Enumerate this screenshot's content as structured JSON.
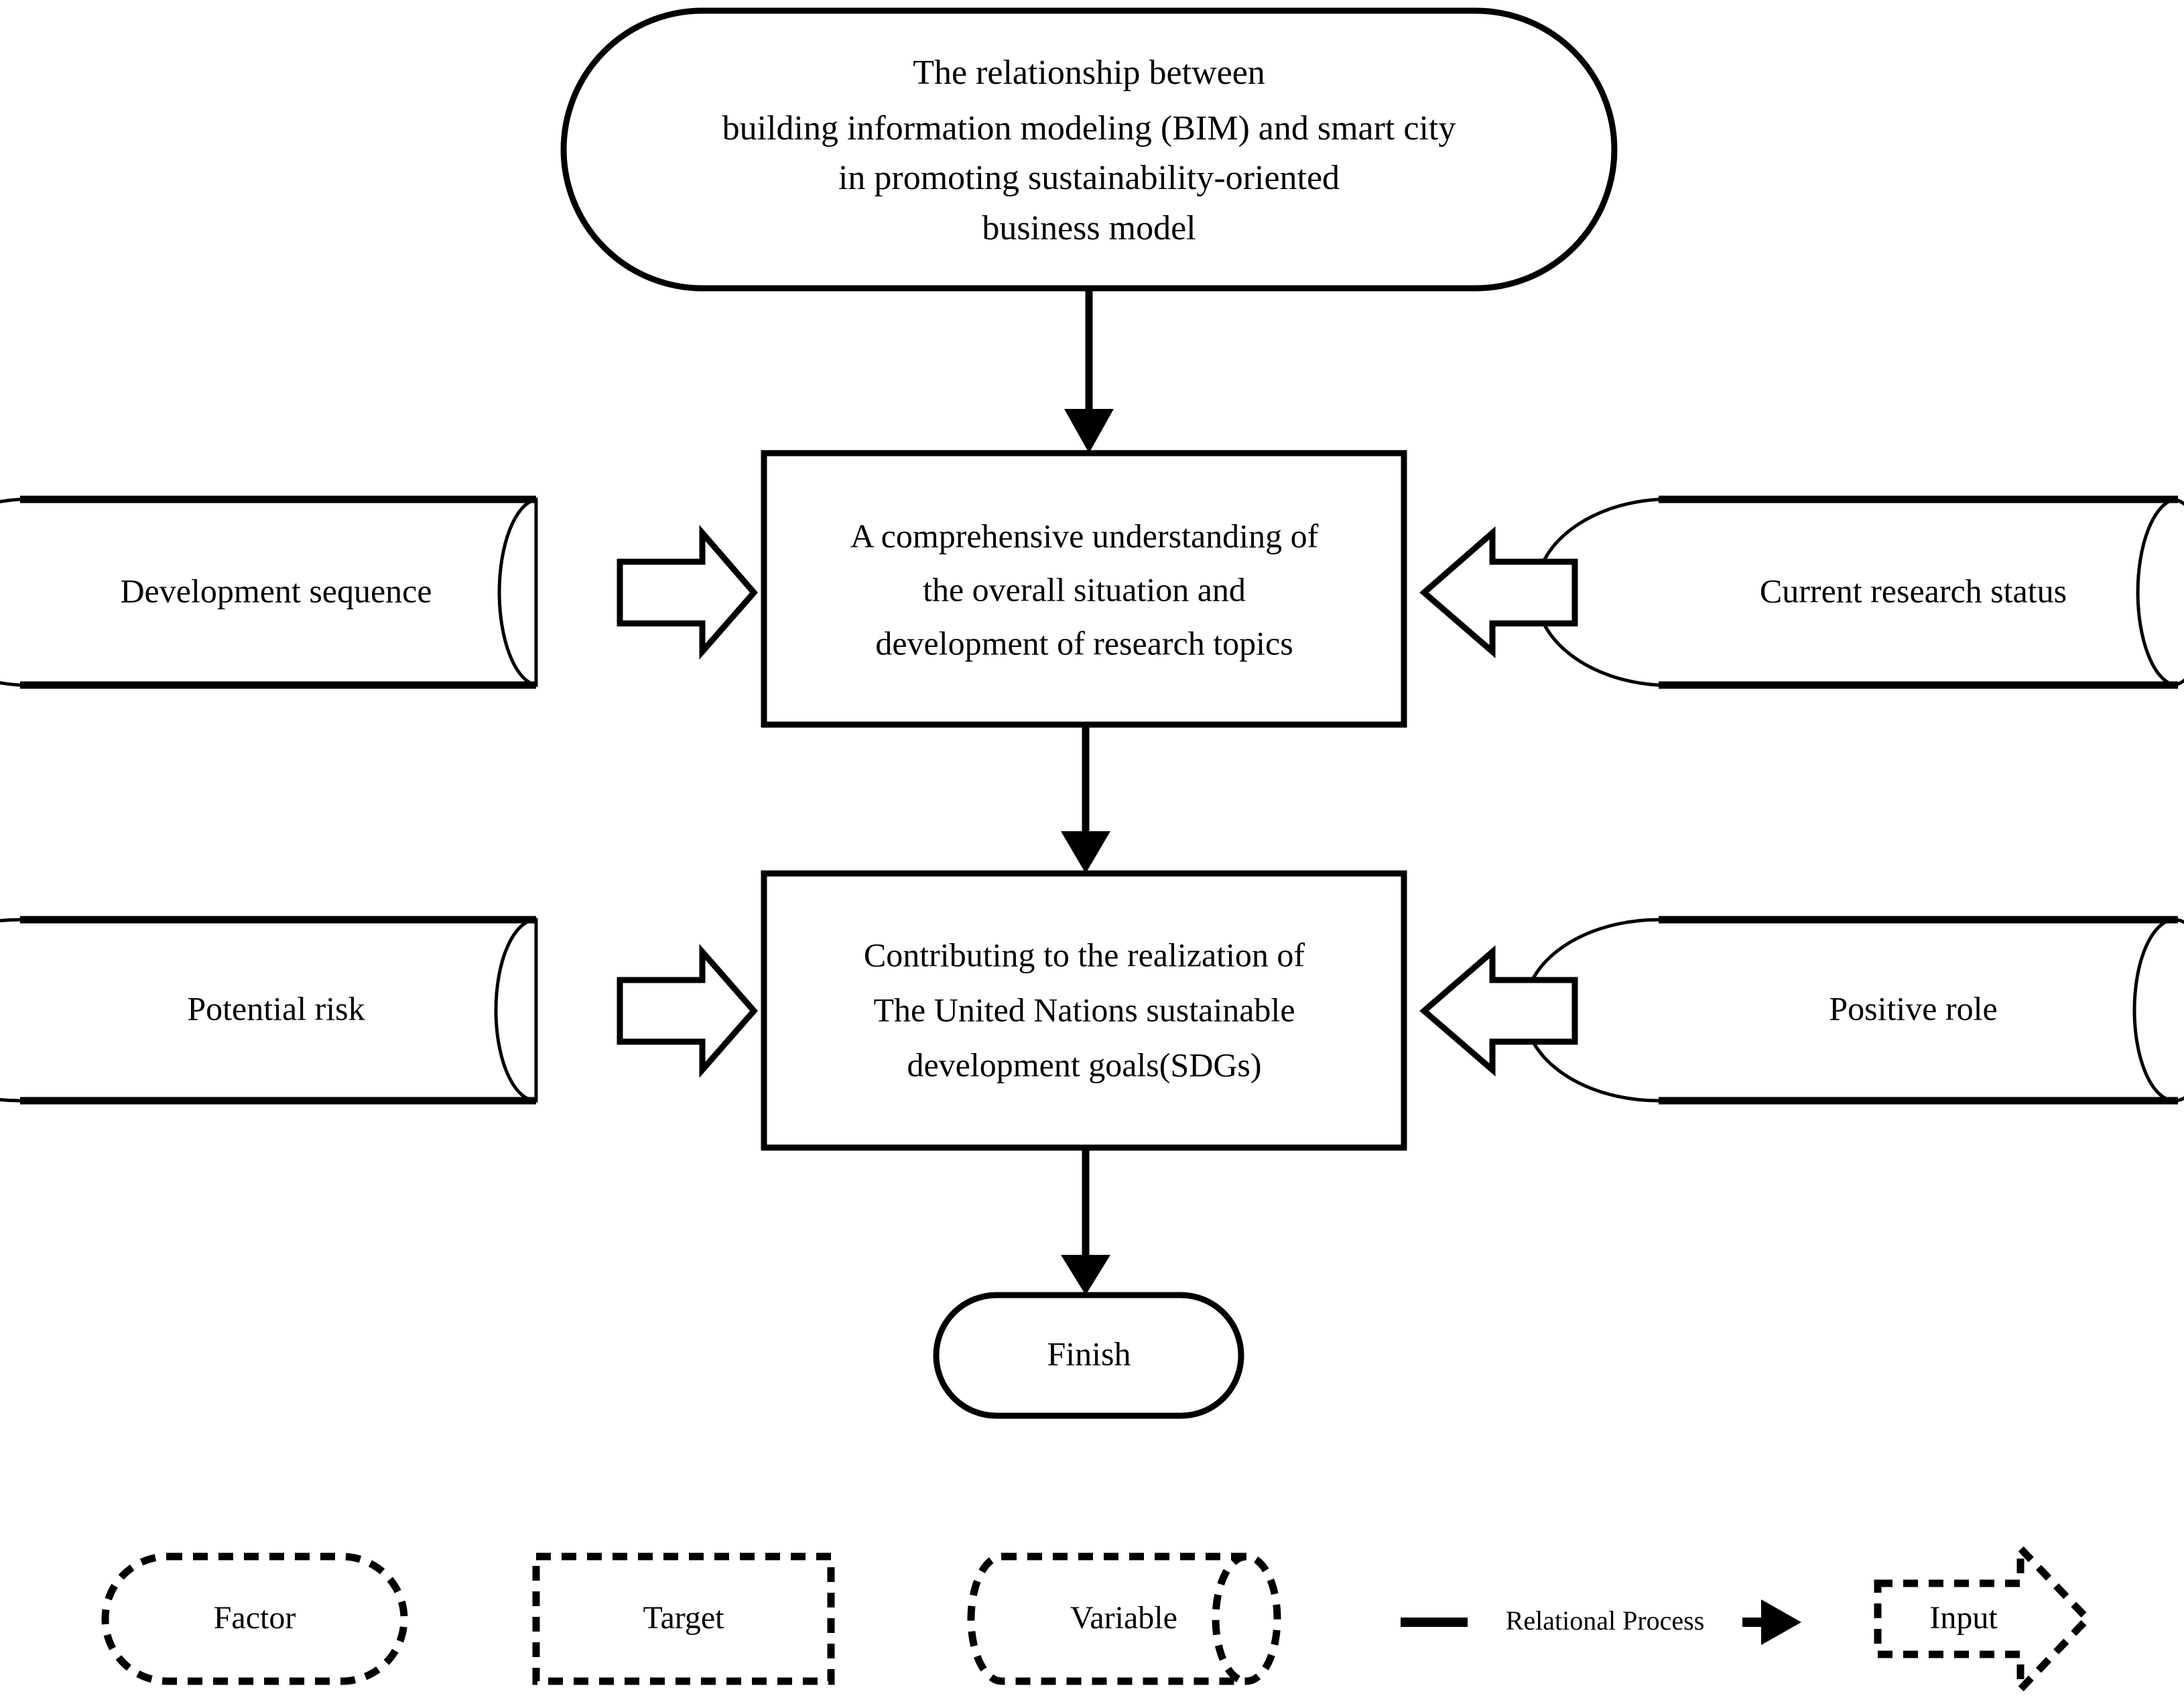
{
  "diagram": {
    "title_node": {
      "shape": "stadium",
      "lines": [
        "The relationship between",
        "building information modeling (BIM) and smart city",
        "in promoting sustainability-oriented",
        "business model"
      ]
    },
    "target_nodes": [
      {
        "id": "target-1",
        "shape": "rectangle",
        "lines": [
          "A comprehensive understanding of",
          "the overall situation and",
          "development of research topics"
        ]
      },
      {
        "id": "target-2",
        "shape": "rectangle",
        "lines": [
          "Contributing to the realization of",
          "The United Nations sustainable",
          "development goals(SDGs)"
        ]
      }
    ],
    "variable_nodes": [
      {
        "id": "variable-left-top",
        "shape": "cylinder",
        "side": "left",
        "label": "Development sequence"
      },
      {
        "id": "variable-right-top",
        "shape": "cylinder",
        "side": "right",
        "label": "Current research status"
      },
      {
        "id": "variable-left-bottom",
        "shape": "cylinder",
        "side": "left",
        "label": "Potential risk"
      },
      {
        "id": "variable-right-bottom",
        "shape": "cylinder",
        "side": "right",
        "label": "Positive role"
      }
    ],
    "finish_node": {
      "shape": "stadium",
      "label": "Finish"
    },
    "connectors": [
      {
        "from": "title-node",
        "to": "target-1",
        "type": "relational-process",
        "direction": "down"
      },
      {
        "from": "target-1",
        "to": "target-2",
        "type": "relational-process",
        "direction": "down"
      },
      {
        "from": "target-2",
        "to": "finish-node",
        "type": "relational-process",
        "direction": "down"
      },
      {
        "from": "variable-left-top",
        "to": "target-1",
        "type": "input",
        "direction": "right"
      },
      {
        "from": "variable-right-top",
        "to": "target-1",
        "type": "input",
        "direction": "left"
      },
      {
        "from": "variable-left-bottom",
        "to": "target-2",
        "type": "input",
        "direction": "right"
      },
      {
        "from": "variable-right-bottom",
        "to": "target-2",
        "type": "input",
        "direction": "left"
      }
    ]
  },
  "legend": {
    "items": [
      {
        "id": "legend-factor",
        "shape": "dashed-stadium",
        "label": "Factor"
      },
      {
        "id": "legend-target",
        "shape": "dashed-rectangle",
        "label": "Target"
      },
      {
        "id": "legend-variable",
        "shape": "dashed-cylinder",
        "label": "Variable"
      },
      {
        "id": "legend-relational-process",
        "shape": "solid-arrow-line",
        "label": "Relational Process"
      },
      {
        "id": "legend-input",
        "shape": "dashed-block-arrow",
        "label": "Input"
      }
    ]
  },
  "colors": {
    "stroke": "#000000",
    "fill": "#ffffff",
    "background": "#ffffff"
  }
}
